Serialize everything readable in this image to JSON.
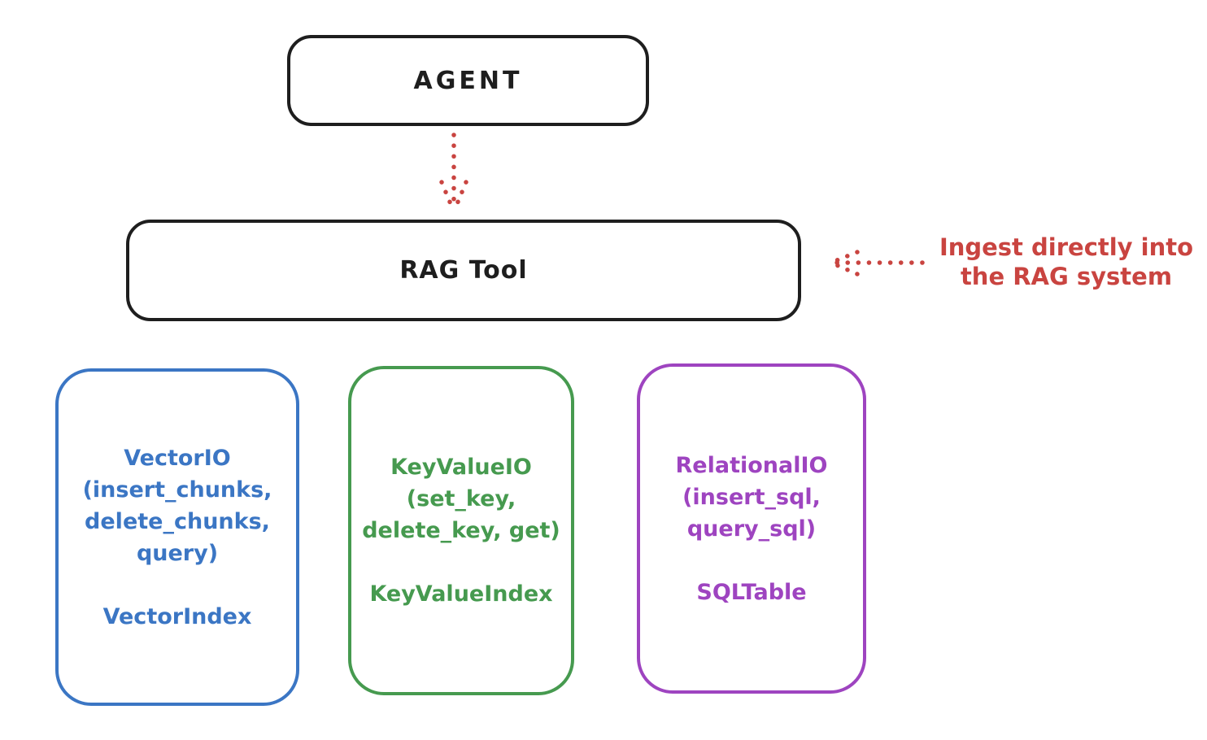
{
  "diagram": {
    "background": "#ffffff",
    "stroke_black": "#1e1e1e",
    "agent": {
      "label": "AGENT"
    },
    "rag_tool": {
      "label": "RAG Tool"
    },
    "arrows": {
      "color": "#c94440",
      "agent_to_rag": "dotted-down-arrow",
      "annotation_to_rag": "dotted-left-arrow"
    },
    "annotation": {
      "color": "#c94440",
      "lines": [
        "Ingest directly into",
        "the RAG system"
      ]
    },
    "stores": [
      {
        "name": "vector-io",
        "color": "#3b76c4",
        "lines": [
          "VectorIO",
          "(insert_chunks,",
          "delete_chunks,",
          "query)"
        ],
        "index_label": "VectorIndex"
      },
      {
        "name": "keyvalue-io",
        "color": "#469a4f",
        "lines": [
          "KeyValueIO",
          "(set_key,",
          "delete_key, get)"
        ],
        "index_label": "KeyValueIndex"
      },
      {
        "name": "relational-io",
        "color": "#9e44c0",
        "lines": [
          "RelationalIO",
          "(insert_sql,",
          "query_sql)"
        ],
        "index_label": "SQLTable"
      }
    ]
  }
}
